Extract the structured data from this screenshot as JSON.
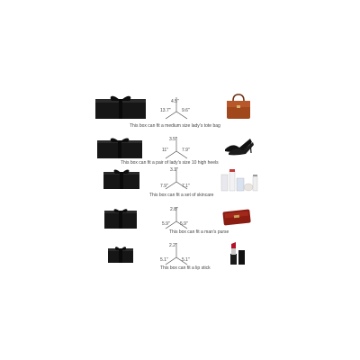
{
  "rows": [
    {
      "dims": {
        "top": "4.5\"",
        "left": "13.7\"",
        "right": "9.6\""
      },
      "caption": "This box can fit a medium size lady’s tote bag",
      "item_icon": "tote-bag-icon"
    },
    {
      "dims": {
        "top": "3.5\"",
        "left": "11\"",
        "right": "7.9\""
      },
      "caption": "This box can fit a pair of lady’s size 10 high heels",
      "item_icon": "high-heels-icon"
    },
    {
      "dims": {
        "top": "3.1\"",
        "left": "7.9\"",
        "right": "7.1\""
      },
      "caption": "This box can fit a set of skincare",
      "item_icon": "skincare-set-icon"
    },
    {
      "dims": {
        "top": "2.8\"",
        "left": "5.9\"",
        "right": "5.9\""
      },
      "caption": "This box can fit a man’s purse",
      "item_icon": "mens-purse-icon"
    },
    {
      "dims": {
        "top": "2.2\"",
        "left": "5.1\"",
        "right": "5.1\""
      },
      "caption": "This box can fit a lip stick",
      "item_icon": "lipstick-icon"
    }
  ]
}
